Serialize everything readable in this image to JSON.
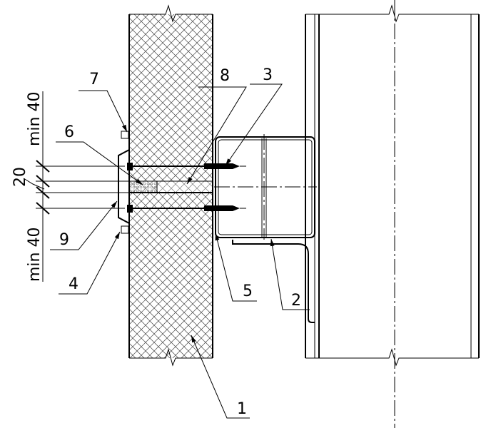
{
  "title": "Sandwich panel fastening detail",
  "callouts": {
    "c1": "1",
    "c2": "2",
    "c3": "3",
    "c4": "4",
    "c5": "5",
    "c6": "6",
    "c7": "7",
    "c8": "8",
    "c9": "9"
  },
  "dimensions": {
    "top": "min 40",
    "middle": "20",
    "bottom": "min 40"
  }
}
